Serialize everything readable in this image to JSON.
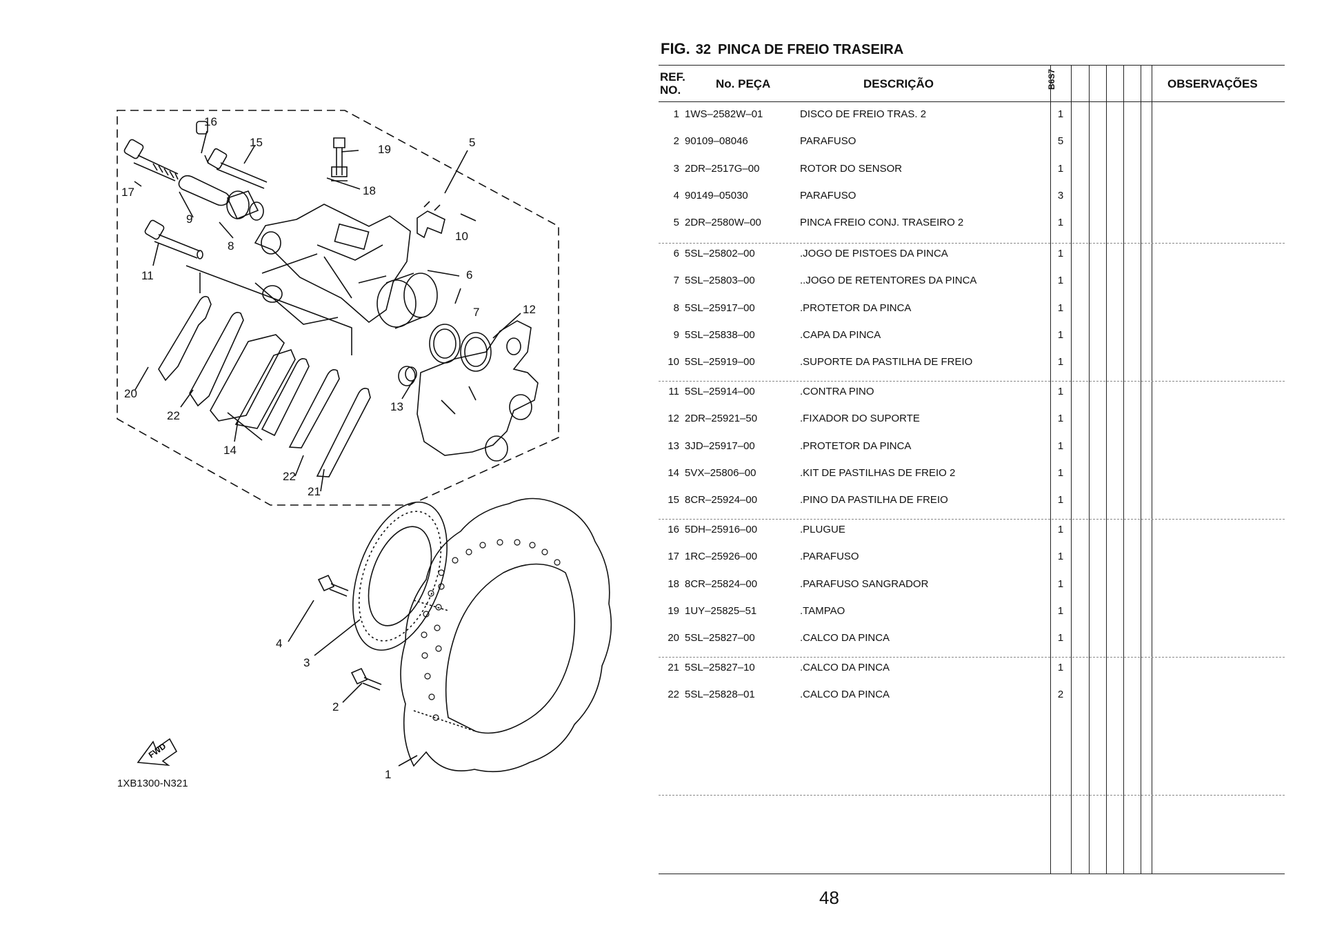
{
  "figure": {
    "label": "FIG.",
    "number": "32",
    "title": "PINCA DE FREIO TRASEIRA"
  },
  "table": {
    "headers": {
      "ref": "REF. NO.",
      "part_no": "No. PEÇA",
      "description": "DESCRIÇÃO",
      "model": "B6S7",
      "notes": "OBSERVAÇÕES"
    },
    "rows": [
      {
        "ref": "1",
        "part_no": "1WS–2582W–01",
        "description": "DISCO DE FREIO TRAS. 2",
        "qty": "1"
      },
      {
        "ref": "2",
        "part_no": "90109–08046",
        "description": "PARAFUSO",
        "qty": "5"
      },
      {
        "ref": "3",
        "part_no": "2DR–2517G–00",
        "description": "ROTOR DO SENSOR",
        "qty": "1"
      },
      {
        "ref": "4",
        "part_no": "90149–05030",
        "description": "PARAFUSO",
        "qty": "3"
      },
      {
        "ref": "5",
        "part_no": "2DR–2580W–00",
        "description": "PINCA FREIO CONJ. TRASEIRO 2",
        "qty": "1"
      },
      {
        "ref": "6",
        "part_no": "5SL–25802–00",
        "description": ".JOGO DE PISTOES DA PINCA",
        "qty": "1"
      },
      {
        "ref": "7",
        "part_no": "5SL–25803–00",
        "description": "..JOGO DE RETENTORES DA PINCA",
        "qty": "1"
      },
      {
        "ref": "8",
        "part_no": "5SL–25917–00",
        "description": ".PROTETOR DA PINCA",
        "qty": "1"
      },
      {
        "ref": "9",
        "part_no": "5SL–25838–00",
        "description": ".CAPA DA PINCA",
        "qty": "1"
      },
      {
        "ref": "10",
        "part_no": "5SL–25919–00",
        "description": ".SUPORTE DA PASTILHA DE FREIO",
        "qty": "1"
      },
      {
        "ref": "11",
        "part_no": "5SL–25914–00",
        "description": ".CONTRA PINO",
        "qty": "1"
      },
      {
        "ref": "12",
        "part_no": "2DR–25921–50",
        "description": ".FIXADOR DO SUPORTE",
        "qty": "1"
      },
      {
        "ref": "13",
        "part_no": "3JD–25917–00",
        "description": ".PROTETOR DA PINCA",
        "qty": "1"
      },
      {
        "ref": "14",
        "part_no": "5VX–25806–00",
        "description": ".KIT DE PASTILHAS DE FREIO 2",
        "qty": "1"
      },
      {
        "ref": "15",
        "part_no": "8CR–25924–00",
        "description": ".PINO DA PASTILHA DE FREIO",
        "qty": "1"
      },
      {
        "ref": "16",
        "part_no": "5DH–25916–00",
        "description": ".PLUGUE",
        "qty": "1"
      },
      {
        "ref": "17",
        "part_no": "1RC–25926–00",
        "description": ".PARAFUSO",
        "qty": "1"
      },
      {
        "ref": "18",
        "part_no": "8CR–25824–00",
        "description": ".PARAFUSO SANGRADOR",
        "qty": "1"
      },
      {
        "ref": "19",
        "part_no": "1UY–25825–51",
        "description": ".TAMPAO",
        "qty": "1"
      },
      {
        "ref": "20",
        "part_no": "5SL–25827–00",
        "description": ".CALCO DA PINCA",
        "qty": "1"
      },
      {
        "ref": "21",
        "part_no": "5SL–25827–10",
        "description": ".CALCO DA PINCA",
        "qty": "1"
      },
      {
        "ref": "22",
        "part_no": "5SL–25828–01",
        "description": ".CALCO DA PINCA",
        "qty": "2"
      }
    ]
  },
  "diagram": {
    "callouts": [
      "1",
      "2",
      "3",
      "4",
      "5",
      "6",
      "7",
      "8",
      "9",
      "10",
      "11",
      "12",
      "13",
      "14",
      "15",
      "16",
      "17",
      "18",
      "19",
      "20",
      "21",
      "22",
      "22"
    ],
    "fwd_label": "FWD",
    "drawing_code": "1XB1300-N321"
  },
  "page_number": "48"
}
